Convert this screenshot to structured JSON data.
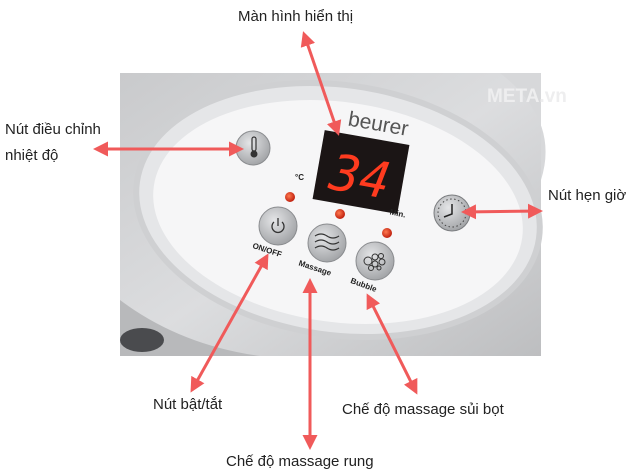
{
  "callouts": {
    "display": "Màn hình hiển thị",
    "temp_button_line1": "Nút điều chỉnh",
    "temp_button_line2": "nhiệt độ",
    "timer_button": "Nút hẹn giờ",
    "power_button": "Nút bật/tắt",
    "massage_mode": "Chế độ massage rung",
    "bubble_mode": "Chế độ massage sủi bọt"
  },
  "device": {
    "brand": "beurer",
    "display_value": "34",
    "unit_celsius": "°C",
    "unit_minutes": "Min.",
    "button_on_off": "ON/OFF",
    "button_massage": "Massage",
    "button_bubble": "Bubble",
    "watermark": "META.vn"
  },
  "colors": {
    "arrow": "#f05a5a",
    "led": "#e0321e",
    "display_digits": "#ff3b1f"
  },
  "icons": [
    "thermometer-icon",
    "power-icon",
    "waves-icon",
    "bubbles-icon",
    "clock-icon"
  ]
}
